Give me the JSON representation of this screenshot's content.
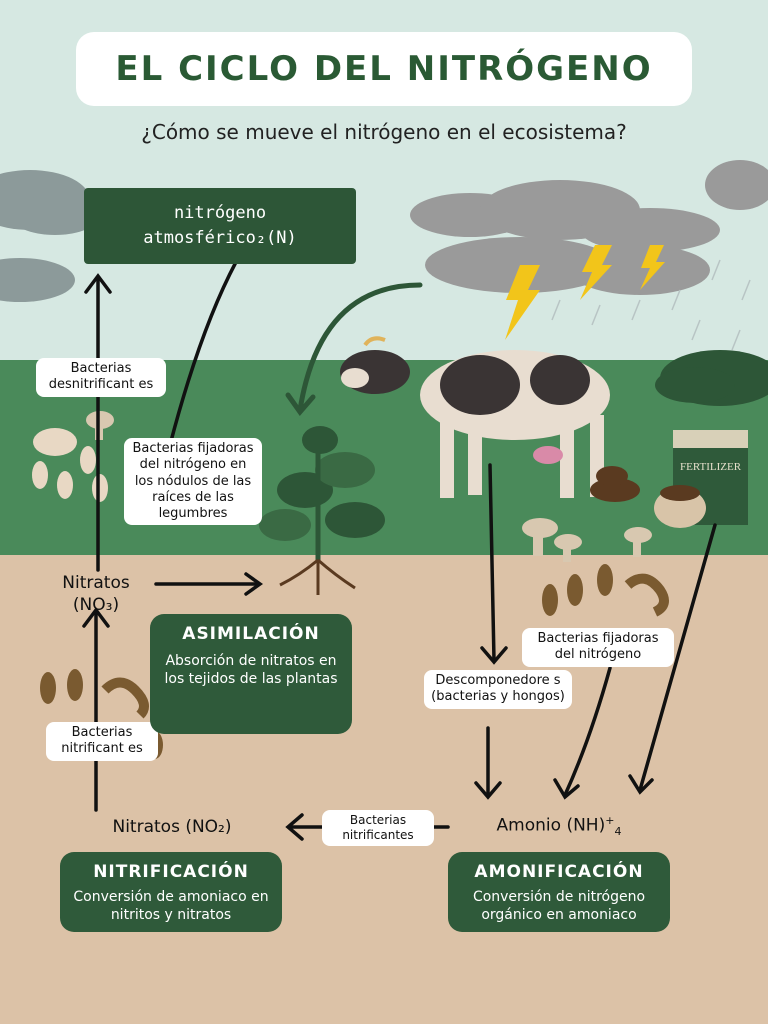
{
  "title": "EL CICLO DEL NITRÓGENO",
  "subtitle": "¿Cómo se mueve el nitrógeno en el ecosistema?",
  "n2_box": {
    "line1": "nitrógeno",
    "line2": "atmosférico₂(N)"
  },
  "labels": {
    "desnitrificantes": "Bacterias desnitrificant es",
    "fijadoras_raices": "Bacterias fijadoras del nitrógeno en los nódulos de las raíces de las legumbres",
    "nitrificantes_left": "Bacterias nitrificant es",
    "fijadoras_right": "Bacterias fijadoras del nitrógeno",
    "descomponedores": "Descomponedore s (bacterias y hongos)",
    "nitrificantes_bottom": "Bacterias nitrificantes",
    "fertilizer": "FERTILIZER"
  },
  "nodes": {
    "nitratos_top_line1": "Nitratos",
    "nitratos_top_line2": "(NO₃)",
    "nitratos_bottom": "Nitratos (NO₂)",
    "amonio": "Amonio (NH)",
    "amonio_sup": "+",
    "amonio_sub": "4"
  },
  "cards": {
    "asimilacion": {
      "title": "ASIMILACIÓN",
      "text": "Absorción de nitratos en los tejidos de las plantas"
    },
    "nitrificacion": {
      "title": "NITRIFICACIÓN",
      "text": "Conversión de amoniaco en nitritos y nitratos"
    },
    "amonificacion": {
      "title": "AMONIFICACIÓN",
      "text": "Conversión de nitrógeno orgánico en amoniaco"
    }
  },
  "colors": {
    "sky": "#d6e8e2",
    "grass": "#4a8a5a",
    "soil": "#dcc2a7",
    "card": "#2f5a3a",
    "title": "#2a5a34"
  }
}
